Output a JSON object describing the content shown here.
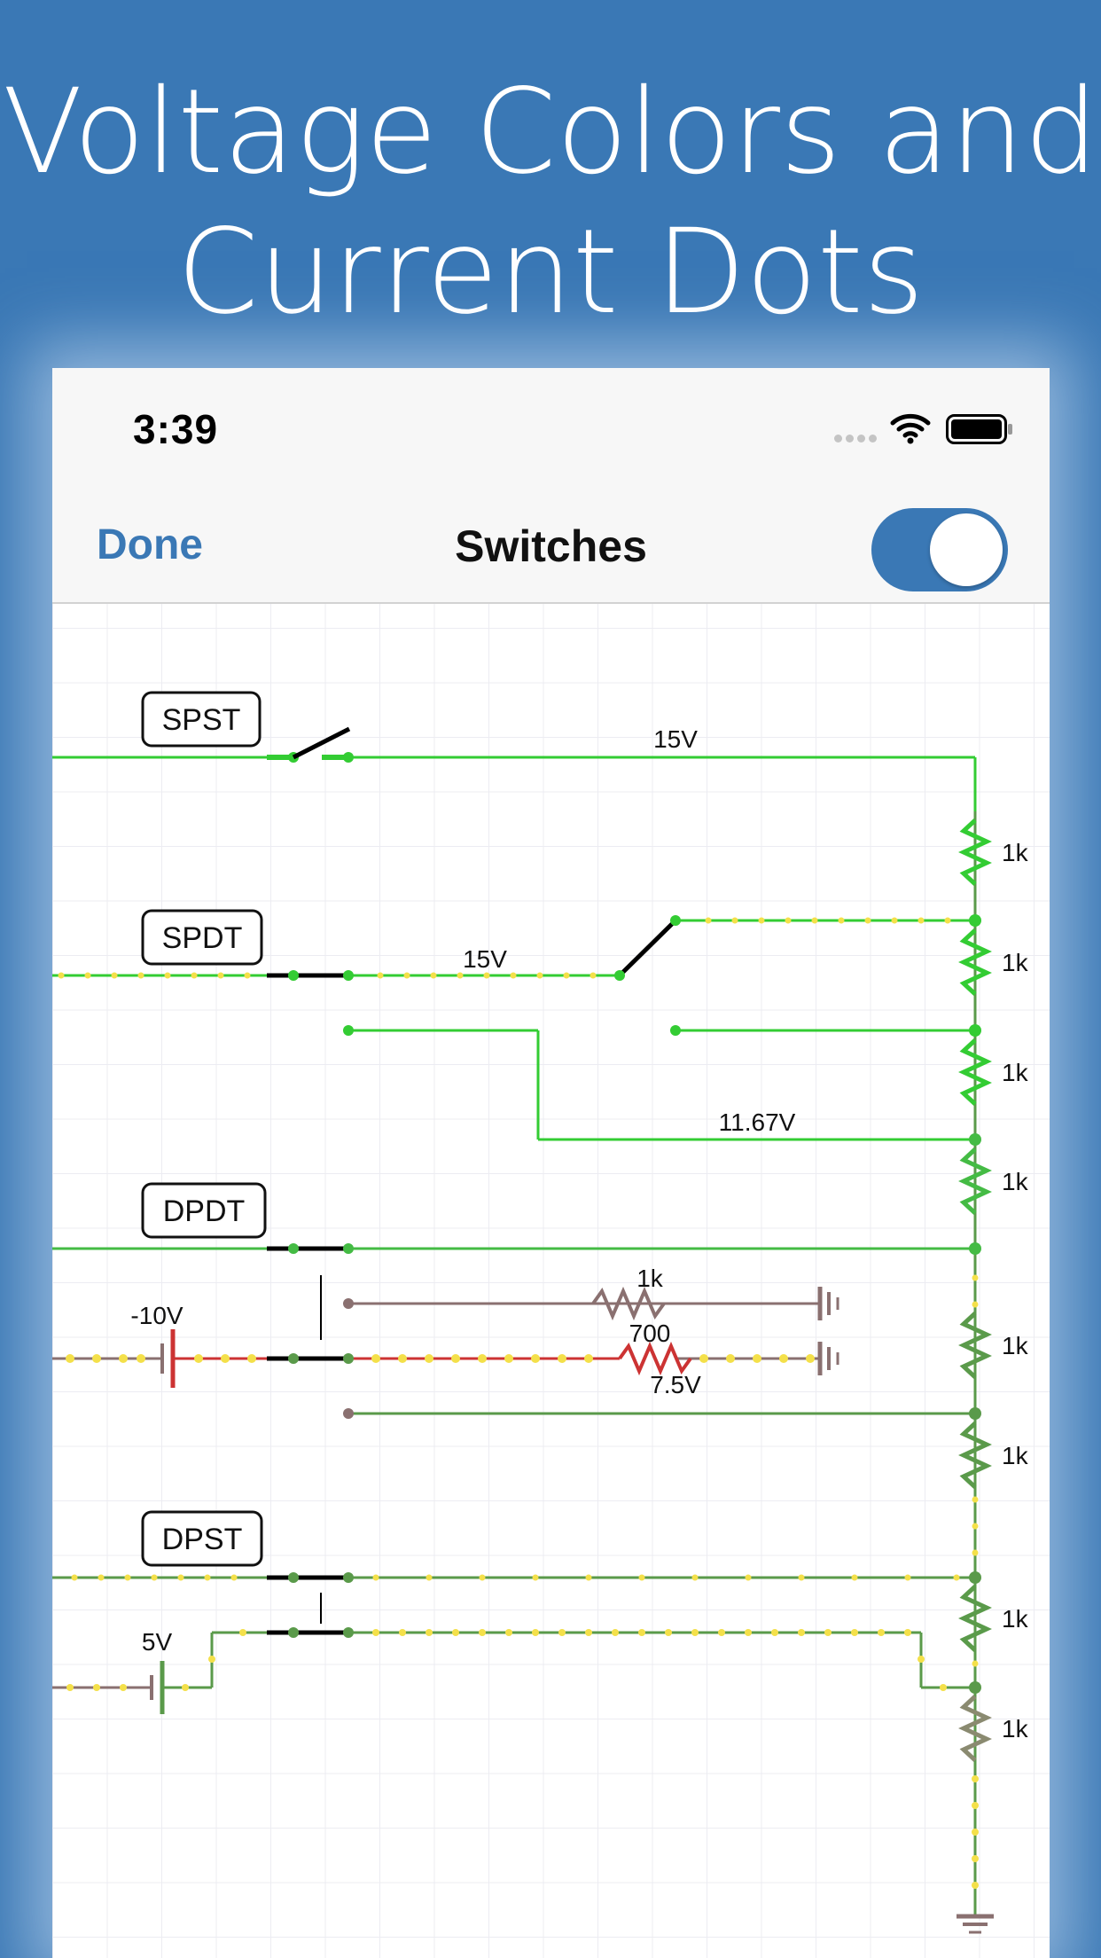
{
  "headline": {
    "line1": "Voltage Colors and",
    "line2": "Current Dots"
  },
  "status_bar": {
    "time": "3:39",
    "icons": [
      "cellular-signal-icon",
      "wifi-icon",
      "battery-icon"
    ]
  },
  "nav_bar": {
    "done_label": "Done",
    "title": "Switches",
    "toggle_on": true
  },
  "colors": {
    "background": "#3a78b5",
    "accent": "#3a78b5",
    "wire_15v": "#33cc33",
    "wire_mid": "#5a9a4a",
    "wire_ground": "#8a7070",
    "wire_negative": "#cc3333",
    "current_dot": "#f4e04a"
  },
  "circuit": {
    "switch_labels": {
      "spst": "SPST",
      "spdt": "SPDT",
      "dpdt": "DPDT",
      "dpst": "DPST"
    },
    "voltage_labels": {
      "v_top": "15V",
      "v_spdt": "15V",
      "v_mid": "11.67V",
      "v_neg": "-10V",
      "v_res": "7.5V",
      "v_five": "5V"
    },
    "resistor_labels": {
      "r1": "1k",
      "r2": "1k",
      "r3": "1k",
      "r4": "1k",
      "r5": "1k",
      "r6": "1k",
      "r7": "1k",
      "r8": "1k",
      "r_mid_1k": "1k",
      "r_mid_700": "700"
    }
  }
}
